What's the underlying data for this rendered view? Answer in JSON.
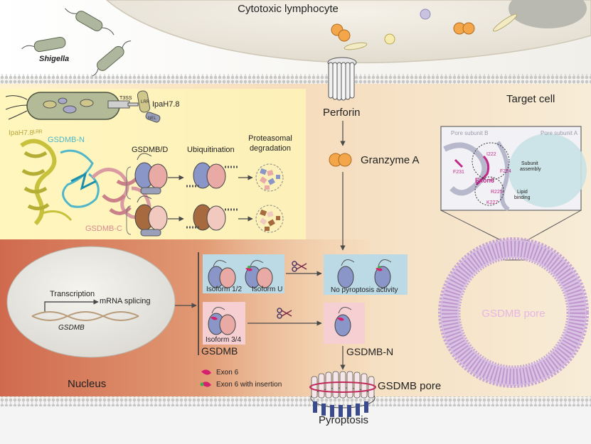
{
  "labels": {
    "cytotoxic_lymphocyte": "Cytotoxic lymphocyte",
    "shigella": "Shigella",
    "t3ss": "T3SS",
    "ipah": "IpaH7.8",
    "lrr": "LRR",
    "nel": "NEL",
    "ipah_lrr": "IpaH7.8ᴸᴿᴿ",
    "gsdmb_n_struct": "GSDMB-N",
    "gsdmb_c_struct": "GSDMB-C",
    "gsdmb_d": "GSDMB/D",
    "ubiquitination": "Ubiquitination",
    "proteasomal_line1": "Proteasomal",
    "proteasomal_line2": "degradation",
    "perforin": "Perforin",
    "granzyme_a": "Granzyme A",
    "target_cell": "Target cell",
    "pore_subunit_b": "Pore subunit B",
    "pore_subunit_a": "Pore subunit A",
    "i222": "I222",
    "f224": "F224",
    "f231": "F231",
    "exon6_inset": "Exon6",
    "r225": "R225",
    "k227": "K227",
    "subunit_assembly_1": "Subunit",
    "subunit_assembly_2": "assembly",
    "lipid_binding_1": "Lipid",
    "lipid_binding_2": "binding",
    "transcription": "Transcription",
    "mrna_splicing": "mRNA splicing",
    "gsdmb_gene": "GSDMB",
    "isoform_12": "Isoform 1/2",
    "isoform_u": "Isoform U",
    "isoform_34": "Isoform 3/4",
    "gsdmb_bracket": "GSDMB",
    "no_pyroptosis": "No pyroptosis activity",
    "gsdmb_n": "GSDMB-N",
    "nucleus": "Nucleus",
    "exon6": "Exon 6",
    "exon6_insertion": "Exon 6 with insertion",
    "gsdmb_pore_label": "GSDMB pore",
    "pyroptosis": "Pyroptosis",
    "gsdmb_pore_ring": "GSDMB pore"
  },
  "colors": {
    "n_domain": "#8a96c8",
    "c_domain": "#e9aaa6",
    "exon6": "#d4206e",
    "insertion": "#3cb44b",
    "nucleus_band": "#d4745a",
    "ring": "#c9a6d6"
  }
}
